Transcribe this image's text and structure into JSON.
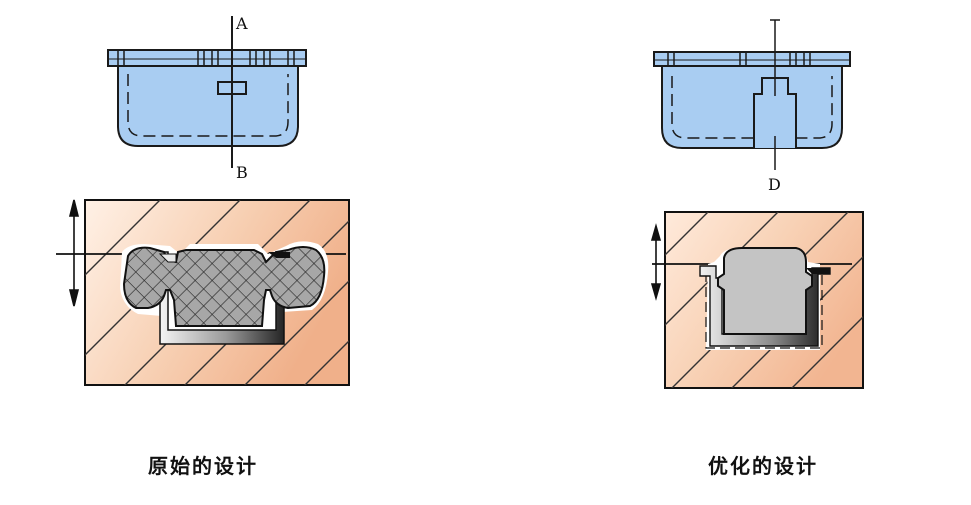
{
  "left": {
    "caption": "原始的设计",
    "section_top_label": "A",
    "section_bottom_label": "B"
  },
  "right": {
    "caption": "优化的设计",
    "section_bottom_label": "D"
  },
  "colors": {
    "part_fill": "#a9cdf2",
    "part_stroke": "#1a1a1a",
    "mold_fill_light": "#fff1e6",
    "mold_fill_dark": "#f0b08a",
    "plastic_fill_left": "#a0a0a0",
    "plastic_fill_right": "#c4c4c4",
    "outline": "#111111"
  }
}
